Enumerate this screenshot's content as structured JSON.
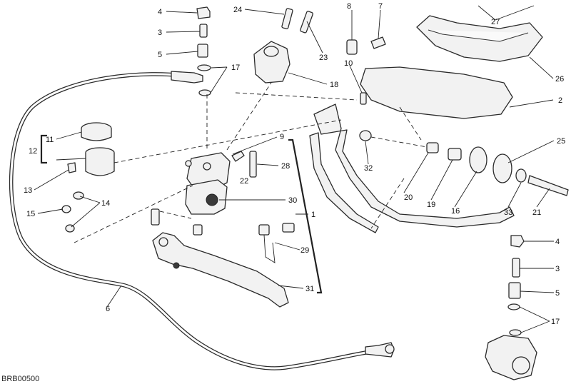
{
  "reference_code": "BRB00500",
  "callouts": {
    "c1": "1",
    "c2": "2",
    "c3a": "3",
    "c3b": "3",
    "c4a": "4",
    "c4b": "4",
    "c5a": "5",
    "c5b": "5",
    "c6": "6",
    "c7": "7",
    "c8": "8",
    "c9": "9",
    "c10": "10",
    "c11": "11",
    "c12": "12",
    "c13": "13",
    "c14": "14",
    "c15": "15",
    "c16": "16",
    "c17a": "17",
    "c17b": "17",
    "c18": "18",
    "c19": "19",
    "c20": "20",
    "c21": "21",
    "c22": "22",
    "c23": "23",
    "c24": "24",
    "c25": "25",
    "c26": "26",
    "c27": "27",
    "c28": "28",
    "c29": "29",
    "c30": "30",
    "c31": "31",
    "c32": "32",
    "c33": "33"
  }
}
